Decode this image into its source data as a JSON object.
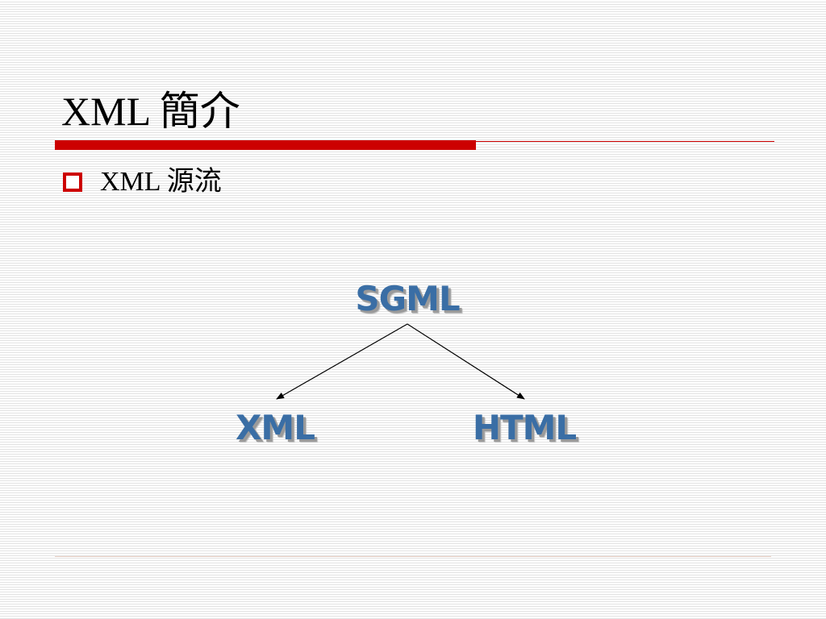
{
  "slide": {
    "title": "XML 簡介",
    "bullets": [
      {
        "text": "XML 源流"
      }
    ]
  },
  "diagram": {
    "nodes": {
      "root": "SGML",
      "left_child": "XML",
      "right_child": "HTML"
    },
    "edges": [
      {
        "from": "SGML",
        "to": "XML"
      },
      {
        "from": "SGML",
        "to": "HTML"
      }
    ]
  },
  "colors": {
    "accent": "#cc0000",
    "node_text": "#3a6ea5",
    "node_shadow": "#9a9a9a",
    "stripe": "#e3e3e3"
  }
}
